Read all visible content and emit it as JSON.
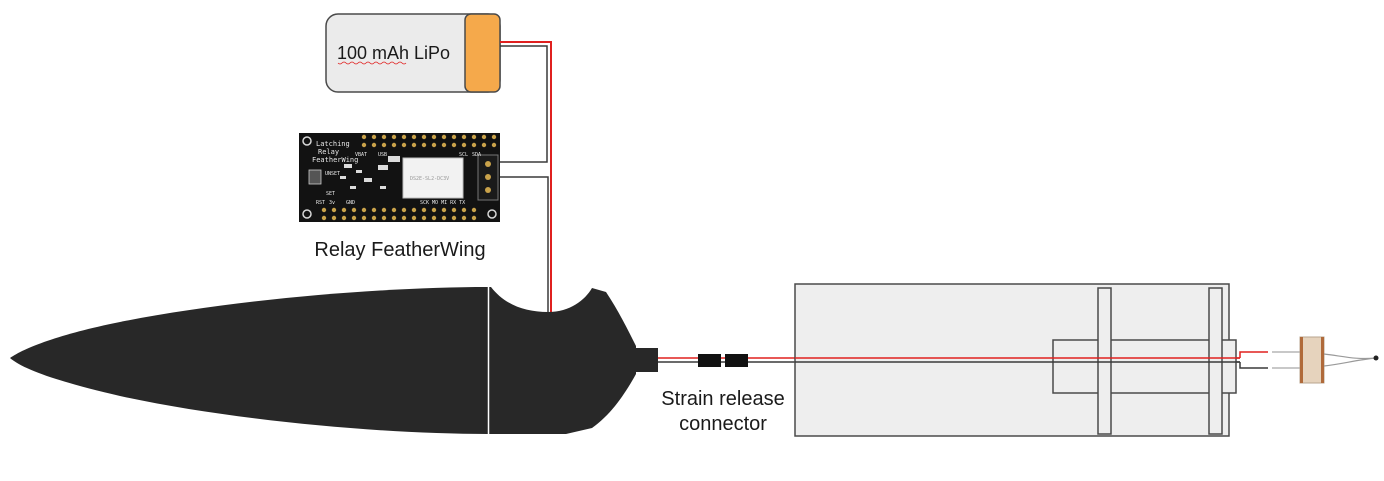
{
  "battery": {
    "label": "100 mAh LiPo",
    "body_color": "#ebebeb",
    "terminal_color": "#f5a94b"
  },
  "relay_board": {
    "caption": "Relay FeatherWing",
    "silkscreen": {
      "title_line1": "Latching",
      "title_line2": "Relay",
      "title_line3": "FeatherWing",
      "vbat": "VBAT",
      "usb": "USB",
      "scl": "SCL",
      "sda": "SDA",
      "unset": "UNSET",
      "set": "SET",
      "rst": "RST",
      "v3": "3v",
      "gnd": "GND",
      "bottom_pins": "SCK MO MI RX TX",
      "relay_text": "DS2E-SL2-DC3V"
    }
  },
  "connector": {
    "caption_line1": "Strain release",
    "caption_line2": "connector"
  },
  "colors": {
    "wire_red": "#e0201f",
    "wire_black": "#3a3a3a",
    "body_dark": "#282828",
    "housing_fill": "#eeeeee",
    "housing_stroke": "#4a4a4a",
    "pcb": "#121212",
    "pad_gold": "#c9a24a"
  }
}
